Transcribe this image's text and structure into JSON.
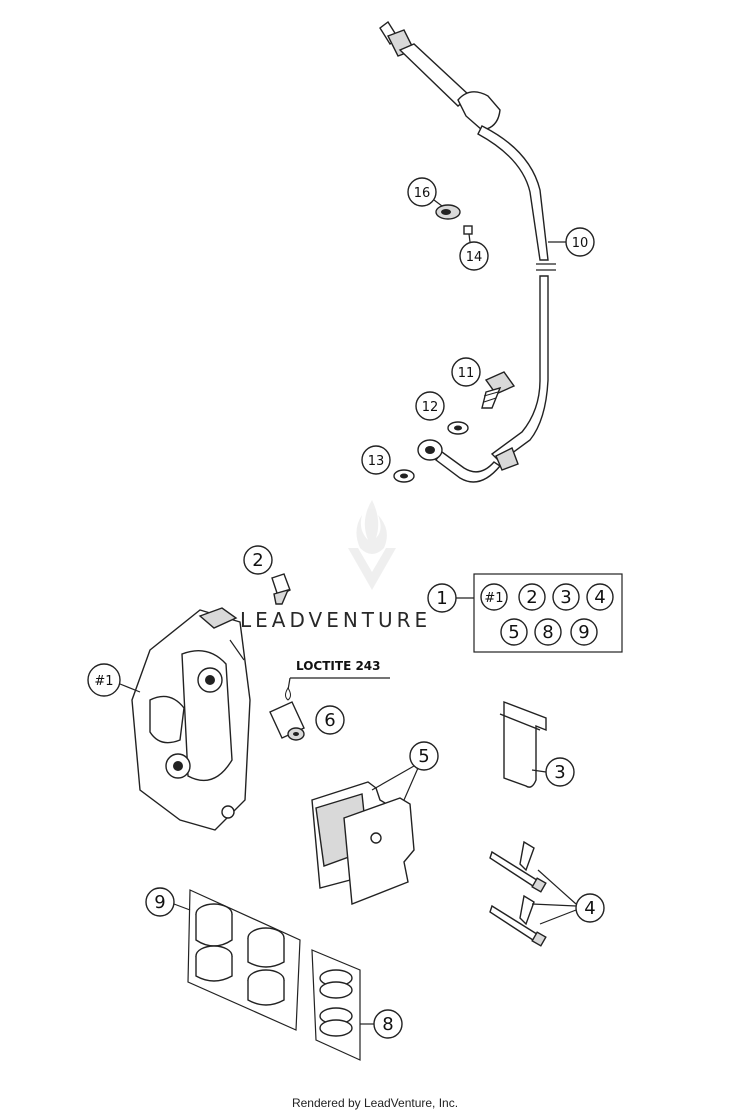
{
  "watermark": {
    "brand_text": "LEADVENTURE"
  },
  "callouts": {
    "c1": "1",
    "c2": "2",
    "c3": "3",
    "c4": "4",
    "c5": "5",
    "c6": "6",
    "c8": "8",
    "c9": "9",
    "c10": "10",
    "c11": "11",
    "c12": "12",
    "c13": "13",
    "c14": "14",
    "c16": "16",
    "caliper": "#1"
  },
  "kit_box": {
    "row1": [
      "#1",
      "2",
      "3",
      "4"
    ],
    "row2": [
      "5",
      "8",
      "9"
    ]
  },
  "note": {
    "loctite": "LOCTITE 243"
  },
  "footer": {
    "text": "Rendered by LeadVenture, Inc."
  }
}
